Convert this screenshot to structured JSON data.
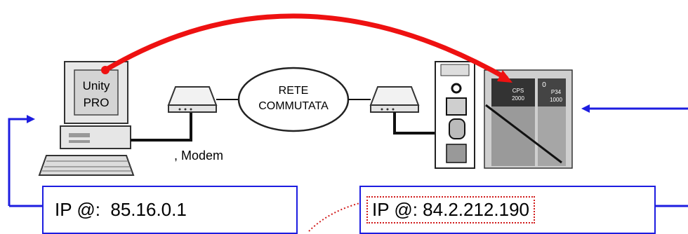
{
  "pc": {
    "screen_line1": "Unity",
    "screen_line2": "PRO"
  },
  "network": {
    "line1": "RETE",
    "line2": "COMMUTATA"
  },
  "modem_label": ", Modem",
  "plc": {
    "module1_line1": "CPS",
    "module1_line2": "2000",
    "module2_top": "0",
    "module2_line1": "P34",
    "module2_line2": "1000"
  },
  "ip_left": {
    "prefix": "IP @:",
    "address": "85.16.0.1"
  },
  "ip_right": {
    "prefix": "IP @:",
    "address": "84.2.212.190"
  },
  "colors": {
    "link": "#ee1111",
    "frame": "#1d1de0",
    "dotted": "#d11b1b"
  }
}
